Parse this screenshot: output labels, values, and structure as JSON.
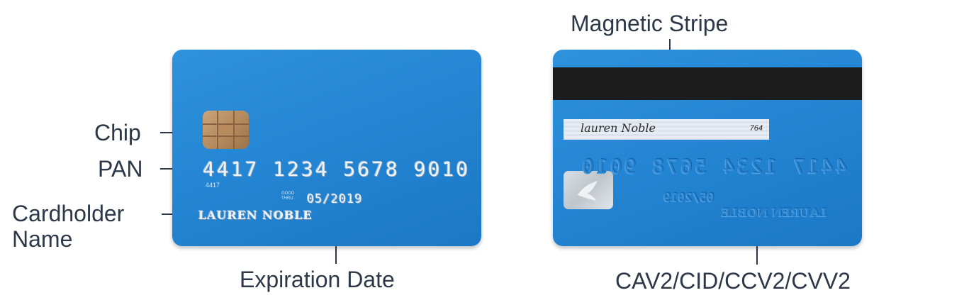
{
  "labels": {
    "chip": "Chip",
    "pan": "PAN",
    "cardholder_line1": "Cardholder",
    "cardholder_line2": "Name",
    "expiration": "Expiration Date",
    "stripe": "Magnetic Stripe",
    "security_code": "CAV2/CID/CCV2/CVV2"
  },
  "front": {
    "pan": "4417 1234 5678 9010",
    "pan_small": "4417",
    "good_thru_line1": "GOOD",
    "good_thru_line2": "THRU",
    "expiry": "05/2019",
    "name": "LAUREN NOBLE"
  },
  "back": {
    "signature": "lauren Noble",
    "code": "764",
    "pan_reversed": "4417 1234 5678 9010",
    "expiry_reversed": "05/2019",
    "name_reversed": "LAUREN NOBLE"
  },
  "colors": {
    "card": "#2486d4",
    "text": "#2c3848",
    "stripe": "#1c1c1c"
  }
}
